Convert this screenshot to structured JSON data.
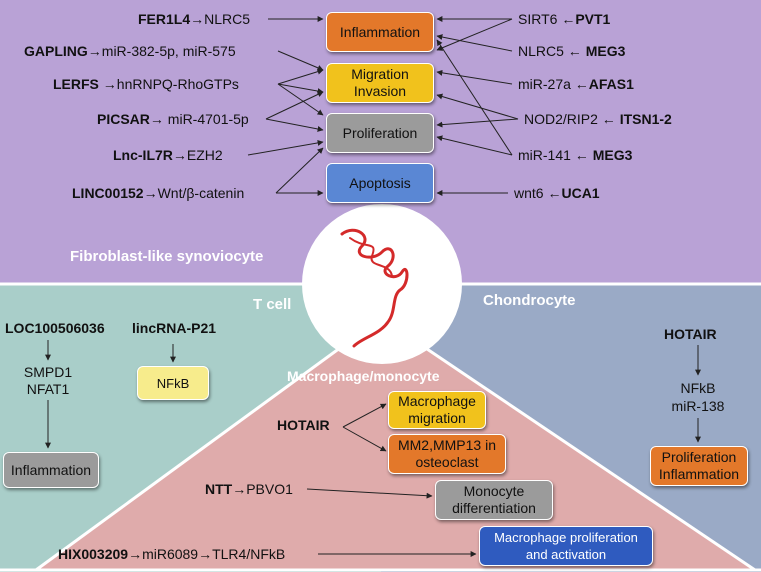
{
  "fls": {
    "title": "Fibroblast-like synoviocyte",
    "boxes": {
      "inflammation": "Inflammation",
      "migration": "Migration",
      "invasion": "Invasion",
      "proliferation": "Proliferation",
      "apoptosis": "Apoptosis"
    },
    "left": [
      {
        "bold": "FER1L4",
        "rest": "→NLRC5"
      },
      {
        "bold": "GAPLING",
        "rest": "→miR-382-5p, miR-575"
      },
      {
        "bold": "LERFS",
        "rest": " →hnRNPQ-RhoGTPs"
      },
      {
        "bold": "PICSAR",
        "rest": "→ miR-4701-5p"
      },
      {
        "bold": "Lnc-IL7R",
        "rest": "→EZH2"
      },
      {
        "bold": "LINC00152",
        "rest": "→Wnt/β-catenin"
      }
    ],
    "right": [
      {
        "pre": "SIRT6 ←",
        "bold": "PVT1"
      },
      {
        "pre": "NLRC5 ← ",
        "bold": "MEG3"
      },
      {
        "pre": "miR-27a ←",
        "bold": "AFAS1"
      },
      {
        "pre": "NOD2/RIP2 ← ",
        "bold": "ITSN1-2"
      },
      {
        "pre": "miR-141 ← ",
        "bold": "MEG3"
      },
      {
        "pre": "wnt6 ←",
        "bold": "UCA1"
      }
    ]
  },
  "tcell": {
    "title": "T cell",
    "loc": "LOC100506036",
    "smpd1": "SMPD1",
    "nfat1": "NFAT1",
    "inflammation": "Inflammation",
    "lincrna": "lincRNA-P21",
    "nfkb": "NFkB"
  },
  "chondro": {
    "title": "Chondrocyte",
    "hotair": "HOTAIR",
    "nfkb": "NFkB",
    "mir138": "miR-138",
    "box_line1": "Proliferation",
    "box_line2": "Inflammation"
  },
  "macro": {
    "title": "Macrophage/monocyte",
    "hotair": "HOTAIR",
    "mig1": "Macrophage",
    "mig2": "migration",
    "mmp1": "MM2,MMP13 in",
    "mmp2": "osteoclast",
    "ntt_bold": "NTT",
    "ntt_rest": "→PBVO1",
    "mono1": "Monocyte",
    "mono2": "differentiation",
    "hix_bold": "HIX003209",
    "hix_rest": "→miR6089→TLR4/NFkB",
    "prolif1": "Macrophage proliferation",
    "prolif2": "and activation"
  },
  "colors": {
    "fls_bg": "#b9a2d6",
    "tcell_bg": "#a9cec9",
    "chondro_bg": "#9aaac6",
    "macro_bg": "#dfabab",
    "inflammation": "#e3782a",
    "migration": "#f1c21c",
    "proliferation": "#9b9b9b",
    "apoptosis": "#5a87d4",
    "nfkb": "#f7ec8c",
    "prolif_box": "#2f5bbf"
  }
}
